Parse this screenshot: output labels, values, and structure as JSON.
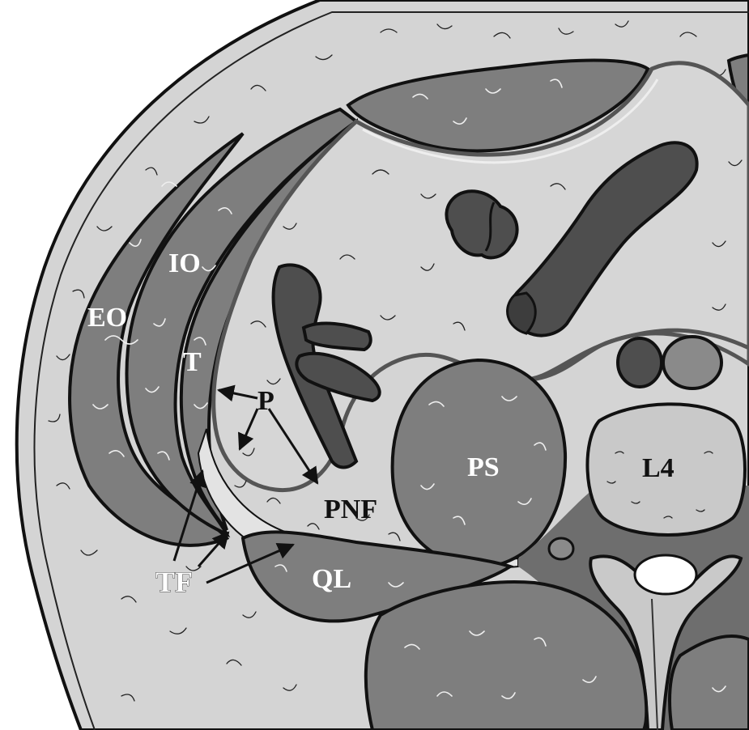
{
  "labels": {
    "eo": "EO",
    "io": "IO",
    "t": "T",
    "p": "P",
    "pnf": "PNF",
    "tf": "TF",
    "ql": "QL",
    "ps": "PS",
    "l4": "L4"
  },
  "colors": {
    "skin_fat": "#d4d4d4",
    "muscle": "#7e7e7e",
    "organ_dark": "#4e4e4e",
    "peritoneal_fluid": "#dcdcdc",
    "posterior_dark": "#6e6e6e",
    "outline": "#111111"
  }
}
